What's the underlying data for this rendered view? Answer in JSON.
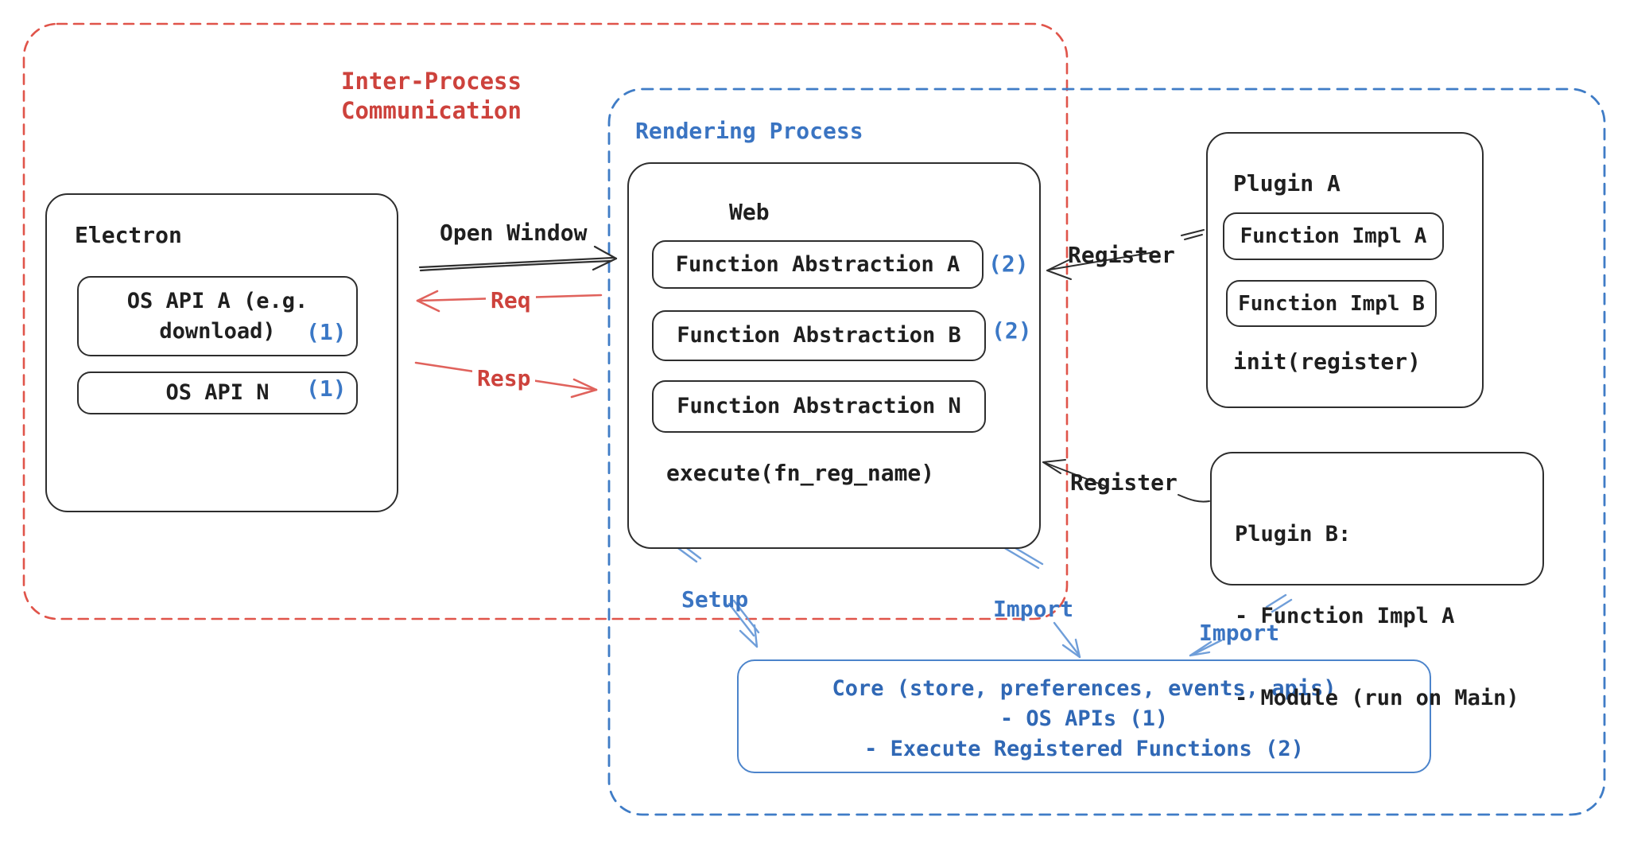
{
  "colors": {
    "ink": "#2e2e2e",
    "red_dash": "#e0544a",
    "red_text": "#cd423c",
    "red_line": "#e0625c",
    "blue_dash": "#3f7cc6",
    "blue_label": "#3a74c2",
    "blue_core_text": "#3068b5",
    "blue_arrow": "#6f9ed9",
    "badge_blue": "#3b78c6"
  },
  "regions": {
    "ipc": {
      "label": "Inter-Process\nCommunication"
    },
    "rendering": {
      "label": "Rendering Process"
    }
  },
  "electron": {
    "title": "Electron",
    "os_api_a": {
      "line1": "OS API A (e.g.",
      "line2": "download)",
      "badge": "(1)"
    },
    "os_api_n": {
      "label": "OS API N",
      "badge": "(1)"
    }
  },
  "ipc_flow": {
    "open_window": "Open Window",
    "req": "Req",
    "resp": "Resp"
  },
  "web": {
    "title": "Web",
    "fn_a": {
      "label": "Function Abstraction A",
      "badge": "(2)"
    },
    "fn_b": {
      "label": "Function Abstraction B",
      "badge": "(2)"
    },
    "fn_n": {
      "label": "Function Abstraction N"
    },
    "execute": "execute(fn_reg_name)"
  },
  "plugin_a": {
    "title": "Plugin A",
    "impl_a": "Function Impl A",
    "impl_b": "Function Impl B",
    "init": "init(register)"
  },
  "plugin_b": {
    "line1": "Plugin B:",
    "line2": "- Function Impl A",
    "line3": "- Module (run on Main)"
  },
  "connections": {
    "register_top": "Register",
    "register_bottom": "Register",
    "setup": "Setup",
    "import_web": "Import",
    "import_plugin": "Import"
  },
  "core": {
    "line1": "Core (store, preferences, events, apis)",
    "line2": "- OS APIs (1)",
    "line3": "- Execute Registered Functions (2)"
  }
}
